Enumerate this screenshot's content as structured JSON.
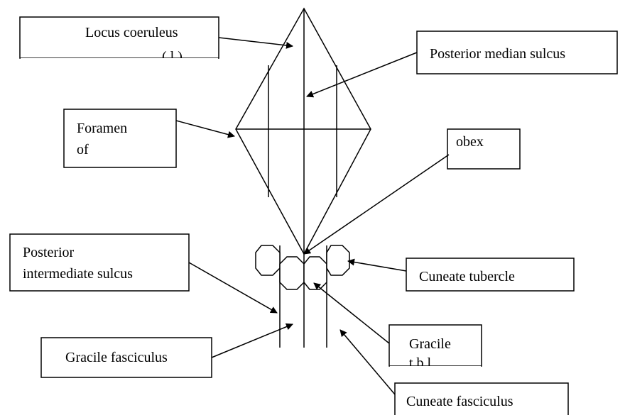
{
  "labels": {
    "locus_coeruleus": {
      "line1": "Locus coeruleus",
      "line2_partial": "( l   )"
    },
    "posterior_median_sulcus": "Posterior median sulcus",
    "foramen": {
      "line1": "Foramen",
      "line2": "of"
    },
    "obex": "obex",
    "posterior_intermediate_sulcus": {
      "line1": "Posterior",
      "line2": "intermediate sulcus"
    },
    "cuneate_tubercle": "Cuneate tubercle",
    "gracile_fasciculus": "Gracile fasciculus",
    "gracile_tubercle": {
      "line1": "Gracile",
      "line2_partial": "t b    l"
    },
    "cuneate_fasciculus": "Cuneate fasciculus"
  }
}
